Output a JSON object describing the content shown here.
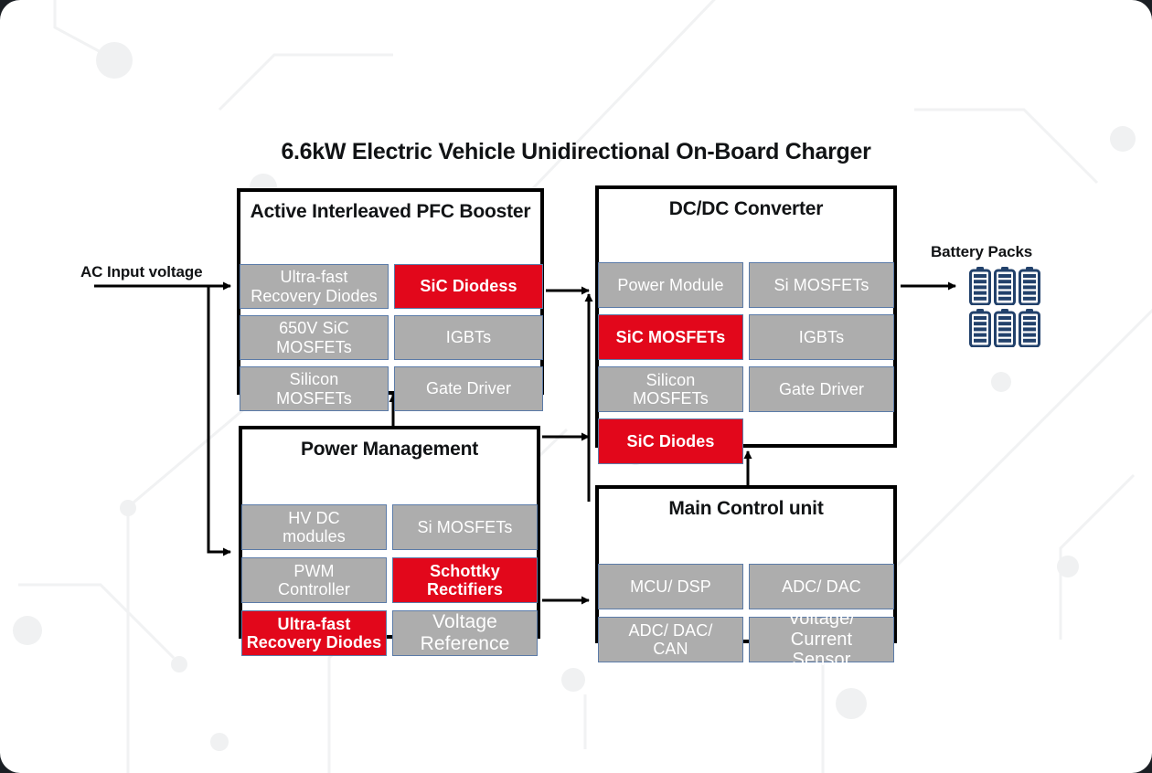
{
  "title": "6.6kW Electric Vehicle Unidirectional On-Board Charger",
  "colors": {
    "grey_cell": "#adadad",
    "red_cell": "#e2071b",
    "cell_border": "#5b7ba8",
    "block_border": "#000000",
    "battery": "#22416b",
    "text_dark": "#111315",
    "cell_text": "#ffffff",
    "background": "#ffffff"
  },
  "labels": {
    "ac_input": "AC Input voltage",
    "battery_packs": "Battery Packs"
  },
  "battery_pack": {
    "count": 6,
    "rows": 2,
    "columns": 3,
    "segments_per_battery": 5,
    "icon": "battery-icon"
  },
  "blocks": [
    {
      "id": "pfc",
      "title": "Active Interleaved PFC Booster",
      "cells": [
        {
          "label": "Ultra-fast\nRecovery Diodes",
          "color": "grey",
          "col": 0,
          "row": 0
        },
        {
          "label": "SiC  Diodess",
          "color": "red",
          "col": 1,
          "row": 0
        },
        {
          "label": "650V SiC\nMOSFETs",
          "color": "grey",
          "col": 0,
          "row": 1
        },
        {
          "label": "IGBTs",
          "color": "grey",
          "col": 1,
          "row": 1
        },
        {
          "label": "Silicon\nMOSFETs",
          "color": "grey",
          "col": 0,
          "row": 2
        },
        {
          "label": "Gate Driver",
          "color": "grey",
          "col": 1,
          "row": 2
        }
      ]
    },
    {
      "id": "dcdc",
      "title": "DC/DC Converter",
      "cells": [
        {
          "label": "Power Module",
          "color": "grey",
          "col": 0,
          "row": 0
        },
        {
          "label": "Si MOSFETs",
          "color": "grey",
          "col": 1,
          "row": 0
        },
        {
          "label": "SiC MOSFETs",
          "color": "red",
          "col": 0,
          "row": 1
        },
        {
          "label": "IGBTs",
          "color": "grey",
          "col": 1,
          "row": 1
        },
        {
          "label": "Silicon\nMOSFETs",
          "color": "grey",
          "col": 0,
          "row": 2
        },
        {
          "label": "Gate Driver",
          "color": "grey",
          "col": 1,
          "row": 2
        },
        {
          "label": "SiC Diodes",
          "color": "red",
          "col": 0,
          "row": 3
        }
      ]
    },
    {
      "id": "pm",
      "title": "Power Management",
      "cells": [
        {
          "label": "HV DC\nmodules",
          "color": "grey",
          "col": 0,
          "row": 0
        },
        {
          "label": "Si MOSFETs",
          "color": "grey",
          "col": 1,
          "row": 0
        },
        {
          "label": "PWM\nController",
          "color": "grey",
          "col": 0,
          "row": 1
        },
        {
          "label": "Schottky\nRectifiers",
          "color": "red",
          "col": 1,
          "row": 1
        },
        {
          "label": "Ultra-fast\nRecovery Diodes",
          "color": "red",
          "col": 0,
          "row": 2
        },
        {
          "label": "Voltage\nReference",
          "color": "grey",
          "col": 1,
          "row": 2
        }
      ]
    },
    {
      "id": "mcu",
      "title": "Main Control unit",
      "cells": [
        {
          "label": "MCU/ DSP",
          "color": "grey",
          "col": 0,
          "row": 0
        },
        {
          "label": "ADC/ DAC",
          "color": "grey",
          "col": 1,
          "row": 0
        },
        {
          "label": "ADC/ DAC/\nCAN",
          "color": "grey",
          "col": 0,
          "row": 1
        },
        {
          "label": "Voltage/\nCurrent\nSensor",
          "color": "grey",
          "col": 1,
          "row": 1
        }
      ]
    }
  ],
  "connections": [
    {
      "from": "ac-input",
      "to": "pfc",
      "direction": "right"
    },
    {
      "from": "ac-input",
      "to": "pm",
      "direction": "right"
    },
    {
      "from": "pfc",
      "to": "dcdc",
      "direction": "right"
    },
    {
      "from": "pm",
      "to": "pfc",
      "direction": "up"
    },
    {
      "from": "pm",
      "to": "dcdc",
      "direction": "right"
    },
    {
      "from": "pm",
      "to": "mcu",
      "direction": "right"
    },
    {
      "from": "mcu",
      "to": "dcdc",
      "direction": "up"
    },
    {
      "from": "dcdc",
      "to": "battery-packs",
      "direction": "right"
    }
  ]
}
